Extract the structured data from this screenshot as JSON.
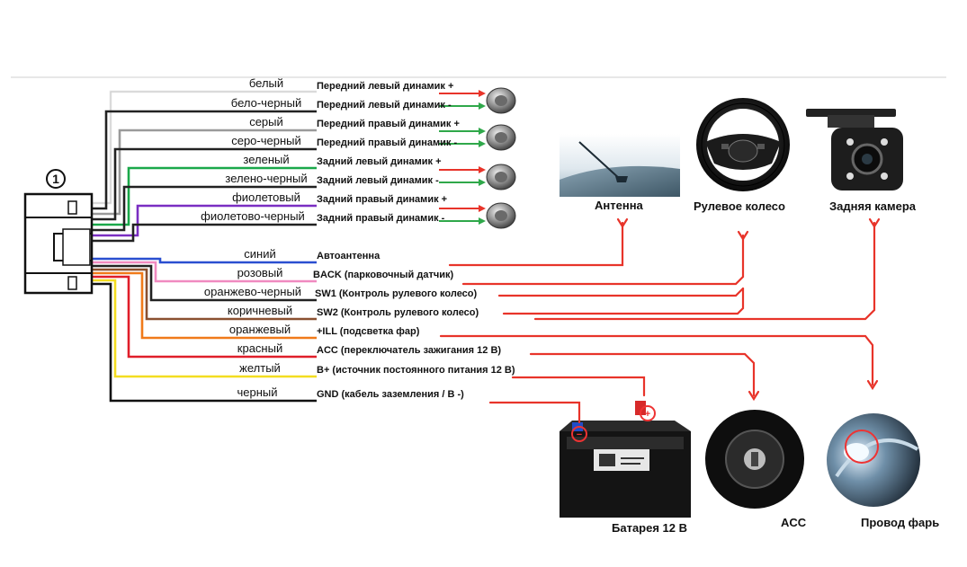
{
  "connector_number": "1",
  "wires": [
    {
      "name": "белый",
      "function": "Передний левый динамик +",
      "color": "#e6e6e6"
    },
    {
      "name": "бело-черный",
      "function": "Передний левый динамик -",
      "color": "#222222"
    },
    {
      "name": "серый",
      "function": "Передний правый динамик +",
      "color": "#9a9a9a"
    },
    {
      "name": "серо-черный",
      "function": "Передний правый динамик -",
      "color": "#222222"
    },
    {
      "name": "зеленый",
      "function": "Задний левый динамик +",
      "color": "#1aa84a"
    },
    {
      "name": "зелено-черный",
      "function": "Задний левый динамик -",
      "color": "#222222"
    },
    {
      "name": "фиолетовый",
      "function": "Задний правый динамик +",
      "color": "#7a2ec2"
    },
    {
      "name": "фиолетово-черный",
      "function": "Задний правый динамик -",
      "color": "#222222"
    },
    {
      "name": "синий",
      "function": "Автоантенна",
      "color": "#2a4fd0"
    },
    {
      "name": "розовый",
      "function": "BACK (парковочный датчик)",
      "color": "#f08ac0"
    },
    {
      "name": "оранжево-черный",
      "function": "SW1 (Контроль рулевого колесо)",
      "color": "#222222"
    },
    {
      "name": "коричневый",
      "function": "SW2 (Контроль рулевого колесо)",
      "color": "#8a5030"
    },
    {
      "name": "оранжевый",
      "function": "+ILL (подсветка фар)",
      "color": "#f07a1a"
    },
    {
      "name": "красный",
      "function": "ACC (переключатель зажигания 12 В)",
      "color": "#e01e2a"
    },
    {
      "name": "желтый",
      "function": "B+ (источник постоянного питания 12 В)",
      "color": "#f3dd20"
    },
    {
      "name": "черный",
      "function": "GND (кабель заземления / В -)",
      "color": "#111111"
    }
  ],
  "devices": {
    "antenna": {
      "label": "Антенна"
    },
    "steering_wheel": {
      "label": "Рулевое колесо"
    },
    "rear_camera": {
      "label": "Задняя камера"
    },
    "battery": {
      "label": "Батарея 12 В"
    },
    "acc": {
      "label": "ACC"
    },
    "headlight": {
      "label": "Провод фарь"
    }
  },
  "colors": {
    "pointer_red": "#e8342a",
    "pointer_green": "#2fa84a"
  }
}
